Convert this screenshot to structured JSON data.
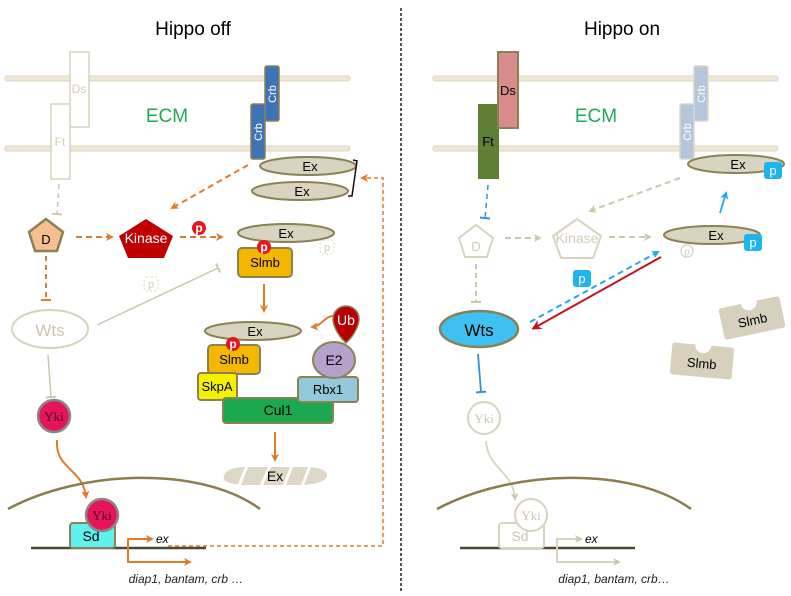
{
  "panels": {
    "off": {
      "title": "Hippo off",
      "ecm_label": "ECM",
      "receptors": {
        "ds": "Ds",
        "ft": "Ft",
        "crb_upper": "Crb",
        "crb_lower": "Crb"
      },
      "ex_top": "Ex",
      "ex_second": "Ex",
      "d_node": "D",
      "kinase": "Kinase",
      "kinase_phospho": "p",
      "ex_slimb_complex": {
        "ex": "Ex",
        "phospho": "p",
        "slimb": "Slmb",
        "faded_phospho": "p"
      },
      "faded_p_near_wts": "p",
      "wts": "Wts",
      "ubiquitin_complex": {
        "ex": "Ex",
        "phospho": "p",
        "slimb": "Slmb",
        "skpa": "SkpA",
        "cul1": "Cul1",
        "rbx1": "Rbx1",
        "e2": "E2",
        "ub": "Ub"
      },
      "degraded_ex": "Ex",
      "yki_cytoplasm": "Yki",
      "yki_nucleus": "Yki",
      "sd": "Sd",
      "gene_ex": "ex",
      "target_genes": "diap1, bantam, crb …"
    },
    "on": {
      "title": "Hippo on",
      "ecm_label": "ECM",
      "receptors": {
        "ds": "Ds",
        "ft": "Ft",
        "crb_upper": "Crb",
        "crb_lower": "Crb"
      },
      "ex_top": "Ex",
      "ex_top_phospho": "p",
      "d_node": "D",
      "kinase": "Kinase",
      "ex_mid": "Ex",
      "ex_mid_phospho": "p",
      "ex_mid_faded_phospho": "p",
      "wts_phospho": "p",
      "wts": "Wts",
      "slimb_free_1": "Slmb",
      "slimb_free_2": "Slmb",
      "yki_cytoplasm": "Yki",
      "yki_nucleus": "Yki",
      "sd": "Sd",
      "gene_ex": "ex",
      "target_genes": "diap1, bantam, crb…"
    }
  },
  "colors": {
    "membrane": "#e6dfcf",
    "faded": "#d2ccb8",
    "outline": "#8a8154",
    "orange": "#e07b2a",
    "blue_arrow": "#2f8fe0",
    "ecm_green": "#22a85a",
    "crb_blue": "#3f73b8",
    "crb_faded": "#b4c6de",
    "ex_fill": "#d9d4c0",
    "kinase_red": "#c00000",
    "phospho_red": "#e8141e",
    "phospho_blue": "#1eb4ee",
    "slimb_orange": "#f5b800",
    "skpa_yellow": "#f5f000",
    "cul1_green": "#1aa850",
    "rbx1_blue": "#92c8da",
    "e2_purple": "#b4a2cc",
    "ub_red": "#b80000",
    "yki_pink": "#e8145a",
    "sd_cyan": "#5ff0f0",
    "d_peach": "#f7bf90",
    "ds_pink": "#d98c8c",
    "ft_green": "#5f7f34",
    "wts_blue": "#3ec1f0",
    "nucleus": "#8a7d4e",
    "dna": "#4d4630",
    "divider": "#222222",
    "inhibit_red": "#c0141e"
  }
}
